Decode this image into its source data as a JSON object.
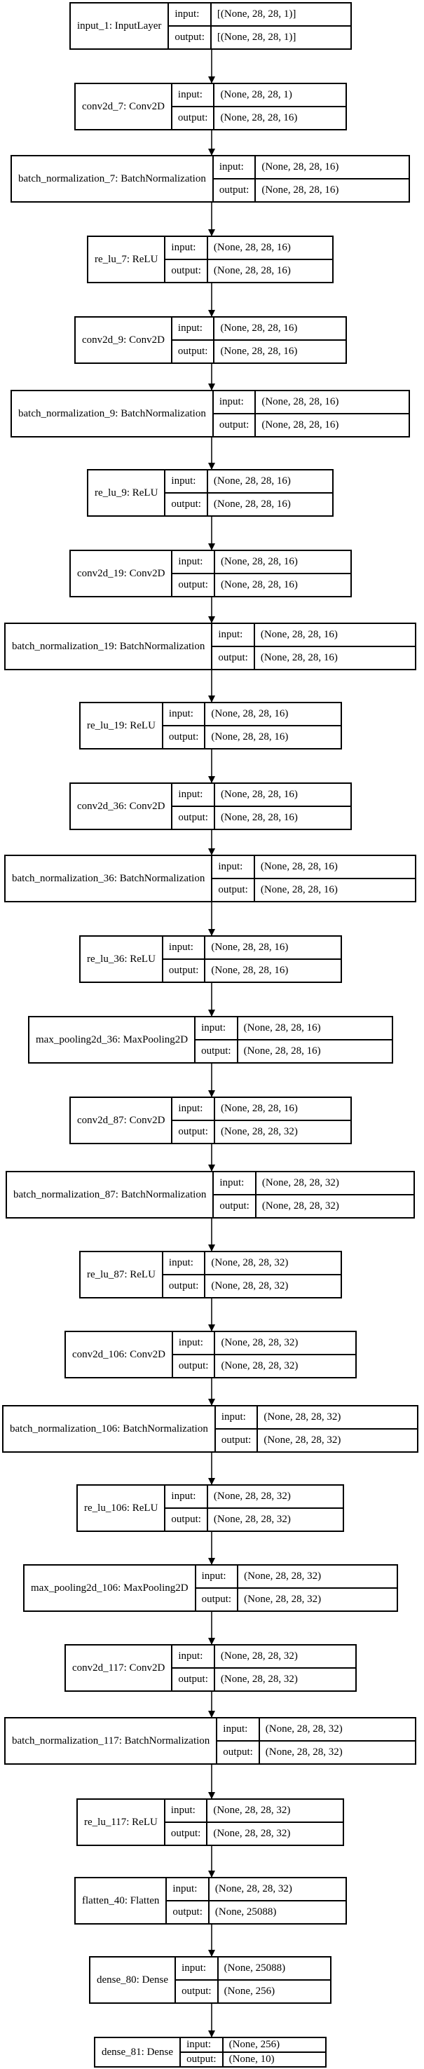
{
  "layers": [
    {
      "name": "input_1: InputLayer",
      "input_label": "input:",
      "output_label": "output:",
      "input_shape": "[(None, 28, 28, 1)]",
      "output_shape": "[(None, 28, 28, 1)]"
    },
    {
      "name": "conv2d_7: Conv2D",
      "input_label": "input:",
      "output_label": "output:",
      "input_shape": "(None, 28, 28, 1)",
      "output_shape": "(None, 28, 28, 16)"
    },
    {
      "name": "batch_normalization_7: BatchNormalization",
      "input_label": "input:",
      "output_label": "output:",
      "input_shape": "(None, 28, 28, 16)",
      "output_shape": "(None, 28, 28, 16)"
    },
    {
      "name": "re_lu_7: ReLU",
      "input_label": "input:",
      "output_label": "output:",
      "input_shape": "(None, 28, 28, 16)",
      "output_shape": "(None, 28, 28, 16)"
    },
    {
      "name": "conv2d_9: Conv2D",
      "input_label": "input:",
      "output_label": "output:",
      "input_shape": "(None, 28, 28, 16)",
      "output_shape": "(None, 28, 28, 16)"
    },
    {
      "name": "batch_normalization_9: BatchNormalization",
      "input_label": "input:",
      "output_label": "output:",
      "input_shape": "(None, 28, 28, 16)",
      "output_shape": "(None, 28, 28, 16)"
    },
    {
      "name": "re_lu_9: ReLU",
      "input_label": "input:",
      "output_label": "output:",
      "input_shape": "(None, 28, 28, 16)",
      "output_shape": "(None, 28, 28, 16)"
    },
    {
      "name": "conv2d_19: Conv2D",
      "input_label": "input:",
      "output_label": "output:",
      "input_shape": "(None, 28, 28, 16)",
      "output_shape": "(None, 28, 28, 16)"
    },
    {
      "name": "batch_normalization_19: BatchNormalization",
      "input_label": "input:",
      "output_label": "output:",
      "input_shape": "(None, 28, 28, 16)",
      "output_shape": "(None, 28, 28, 16)"
    },
    {
      "name": "re_lu_19: ReLU",
      "input_label": "input:",
      "output_label": "output:",
      "input_shape": "(None, 28, 28, 16)",
      "output_shape": "(None, 28, 28, 16)"
    },
    {
      "name": "conv2d_36: Conv2D",
      "input_label": "input:",
      "output_label": "output:",
      "input_shape": "(None, 28, 28, 16)",
      "output_shape": "(None, 28, 28, 16)"
    },
    {
      "name": "batch_normalization_36: BatchNormalization",
      "input_label": "input:",
      "output_label": "output:",
      "input_shape": "(None, 28, 28, 16)",
      "output_shape": "(None, 28, 28, 16)"
    },
    {
      "name": "re_lu_36: ReLU",
      "input_label": "input:",
      "output_label": "output:",
      "input_shape": "(None, 28, 28, 16)",
      "output_shape": "(None, 28, 28, 16)"
    },
    {
      "name": "max_pooling2d_36: MaxPooling2D",
      "input_label": "input:",
      "output_label": "output:",
      "input_shape": "(None, 28, 28, 16)",
      "output_shape": "(None, 28, 28, 16)"
    },
    {
      "name": "conv2d_87: Conv2D",
      "input_label": "input:",
      "output_label": "output:",
      "input_shape": "(None, 28, 28, 16)",
      "output_shape": "(None, 28, 28, 32)"
    },
    {
      "name": "batch_normalization_87: BatchNormalization",
      "input_label": "input:",
      "output_label": "output:",
      "input_shape": "(None, 28, 28, 32)",
      "output_shape": "(None, 28, 28, 32)"
    },
    {
      "name": "re_lu_87: ReLU",
      "input_label": "input:",
      "output_label": "output:",
      "input_shape": "(None, 28, 28, 32)",
      "output_shape": "(None, 28, 28, 32)"
    },
    {
      "name": "conv2d_106: Conv2D",
      "input_label": "input:",
      "output_label": "output:",
      "input_shape": "(None, 28, 28, 32)",
      "output_shape": "(None, 28, 28, 32)"
    },
    {
      "name": "batch_normalization_106: BatchNormalization",
      "input_label": "input:",
      "output_label": "output:",
      "input_shape": "(None, 28, 28, 32)",
      "output_shape": "(None, 28, 28, 32)"
    },
    {
      "name": "re_lu_106: ReLU",
      "input_label": "input:",
      "output_label": "output:",
      "input_shape": "(None, 28, 28, 32)",
      "output_shape": "(None, 28, 28, 32)"
    },
    {
      "name": "max_pooling2d_106: MaxPooling2D",
      "input_label": "input:",
      "output_label": "output:",
      "input_shape": "(None, 28, 28, 32)",
      "output_shape": "(None, 28, 28, 32)"
    },
    {
      "name": "conv2d_117: Conv2D",
      "input_label": "input:",
      "output_label": "output:",
      "input_shape": "(None, 28, 28, 32)",
      "output_shape": "(None, 28, 28, 32)"
    },
    {
      "name": "batch_normalization_117: BatchNormalization",
      "input_label": "input:",
      "output_label": "output:",
      "input_shape": "(None, 28, 28, 32)",
      "output_shape": "(None, 28, 28, 32)"
    },
    {
      "name": "re_lu_117: ReLU",
      "input_label": "input:",
      "output_label": "output:",
      "input_shape": "(None, 28, 28, 32)",
      "output_shape": "(None, 28, 28, 32)"
    },
    {
      "name": "flatten_40: Flatten",
      "input_label": "input:",
      "output_label": "output:",
      "input_shape": "(None, 28, 28, 32)",
      "output_shape": "(None, 25088)"
    },
    {
      "name": "dense_80: Dense",
      "input_label": "input:",
      "output_label": "output:",
      "input_shape": "(None, 25088)",
      "output_shape": "(None, 256)"
    },
    {
      "name": "dense_81: Dense",
      "input_label": "input:",
      "output_label": "output:",
      "input_shape": "(None, 256)",
      "output_shape": "(None, 10)"
    }
  ]
}
